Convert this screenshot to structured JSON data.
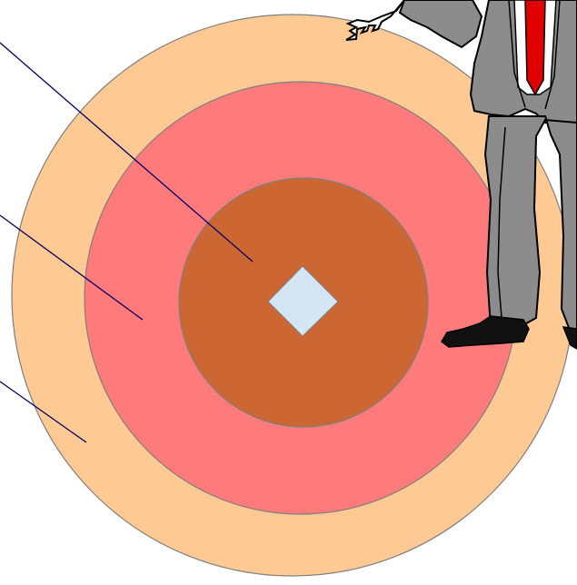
{
  "diagram": {
    "type": "concentric-target",
    "colors": {
      "outer_ring": "#FFC993",
      "middle_ring": "#FF7B7B",
      "inner_ring": "#CC6633",
      "center_diamond": "#D4E6F4",
      "ring_stroke": "#7F7F7F",
      "pointer_lines": "#000066",
      "suit": "#8C8C8C",
      "tie": "#E00000",
      "shoe": "#111111"
    },
    "rings": [
      "outer-ring",
      "middle-ring",
      "inner-ring"
    ],
    "center_icon": "diamond-icon",
    "pointers": 3,
    "figure": "businessman-clipart"
  }
}
